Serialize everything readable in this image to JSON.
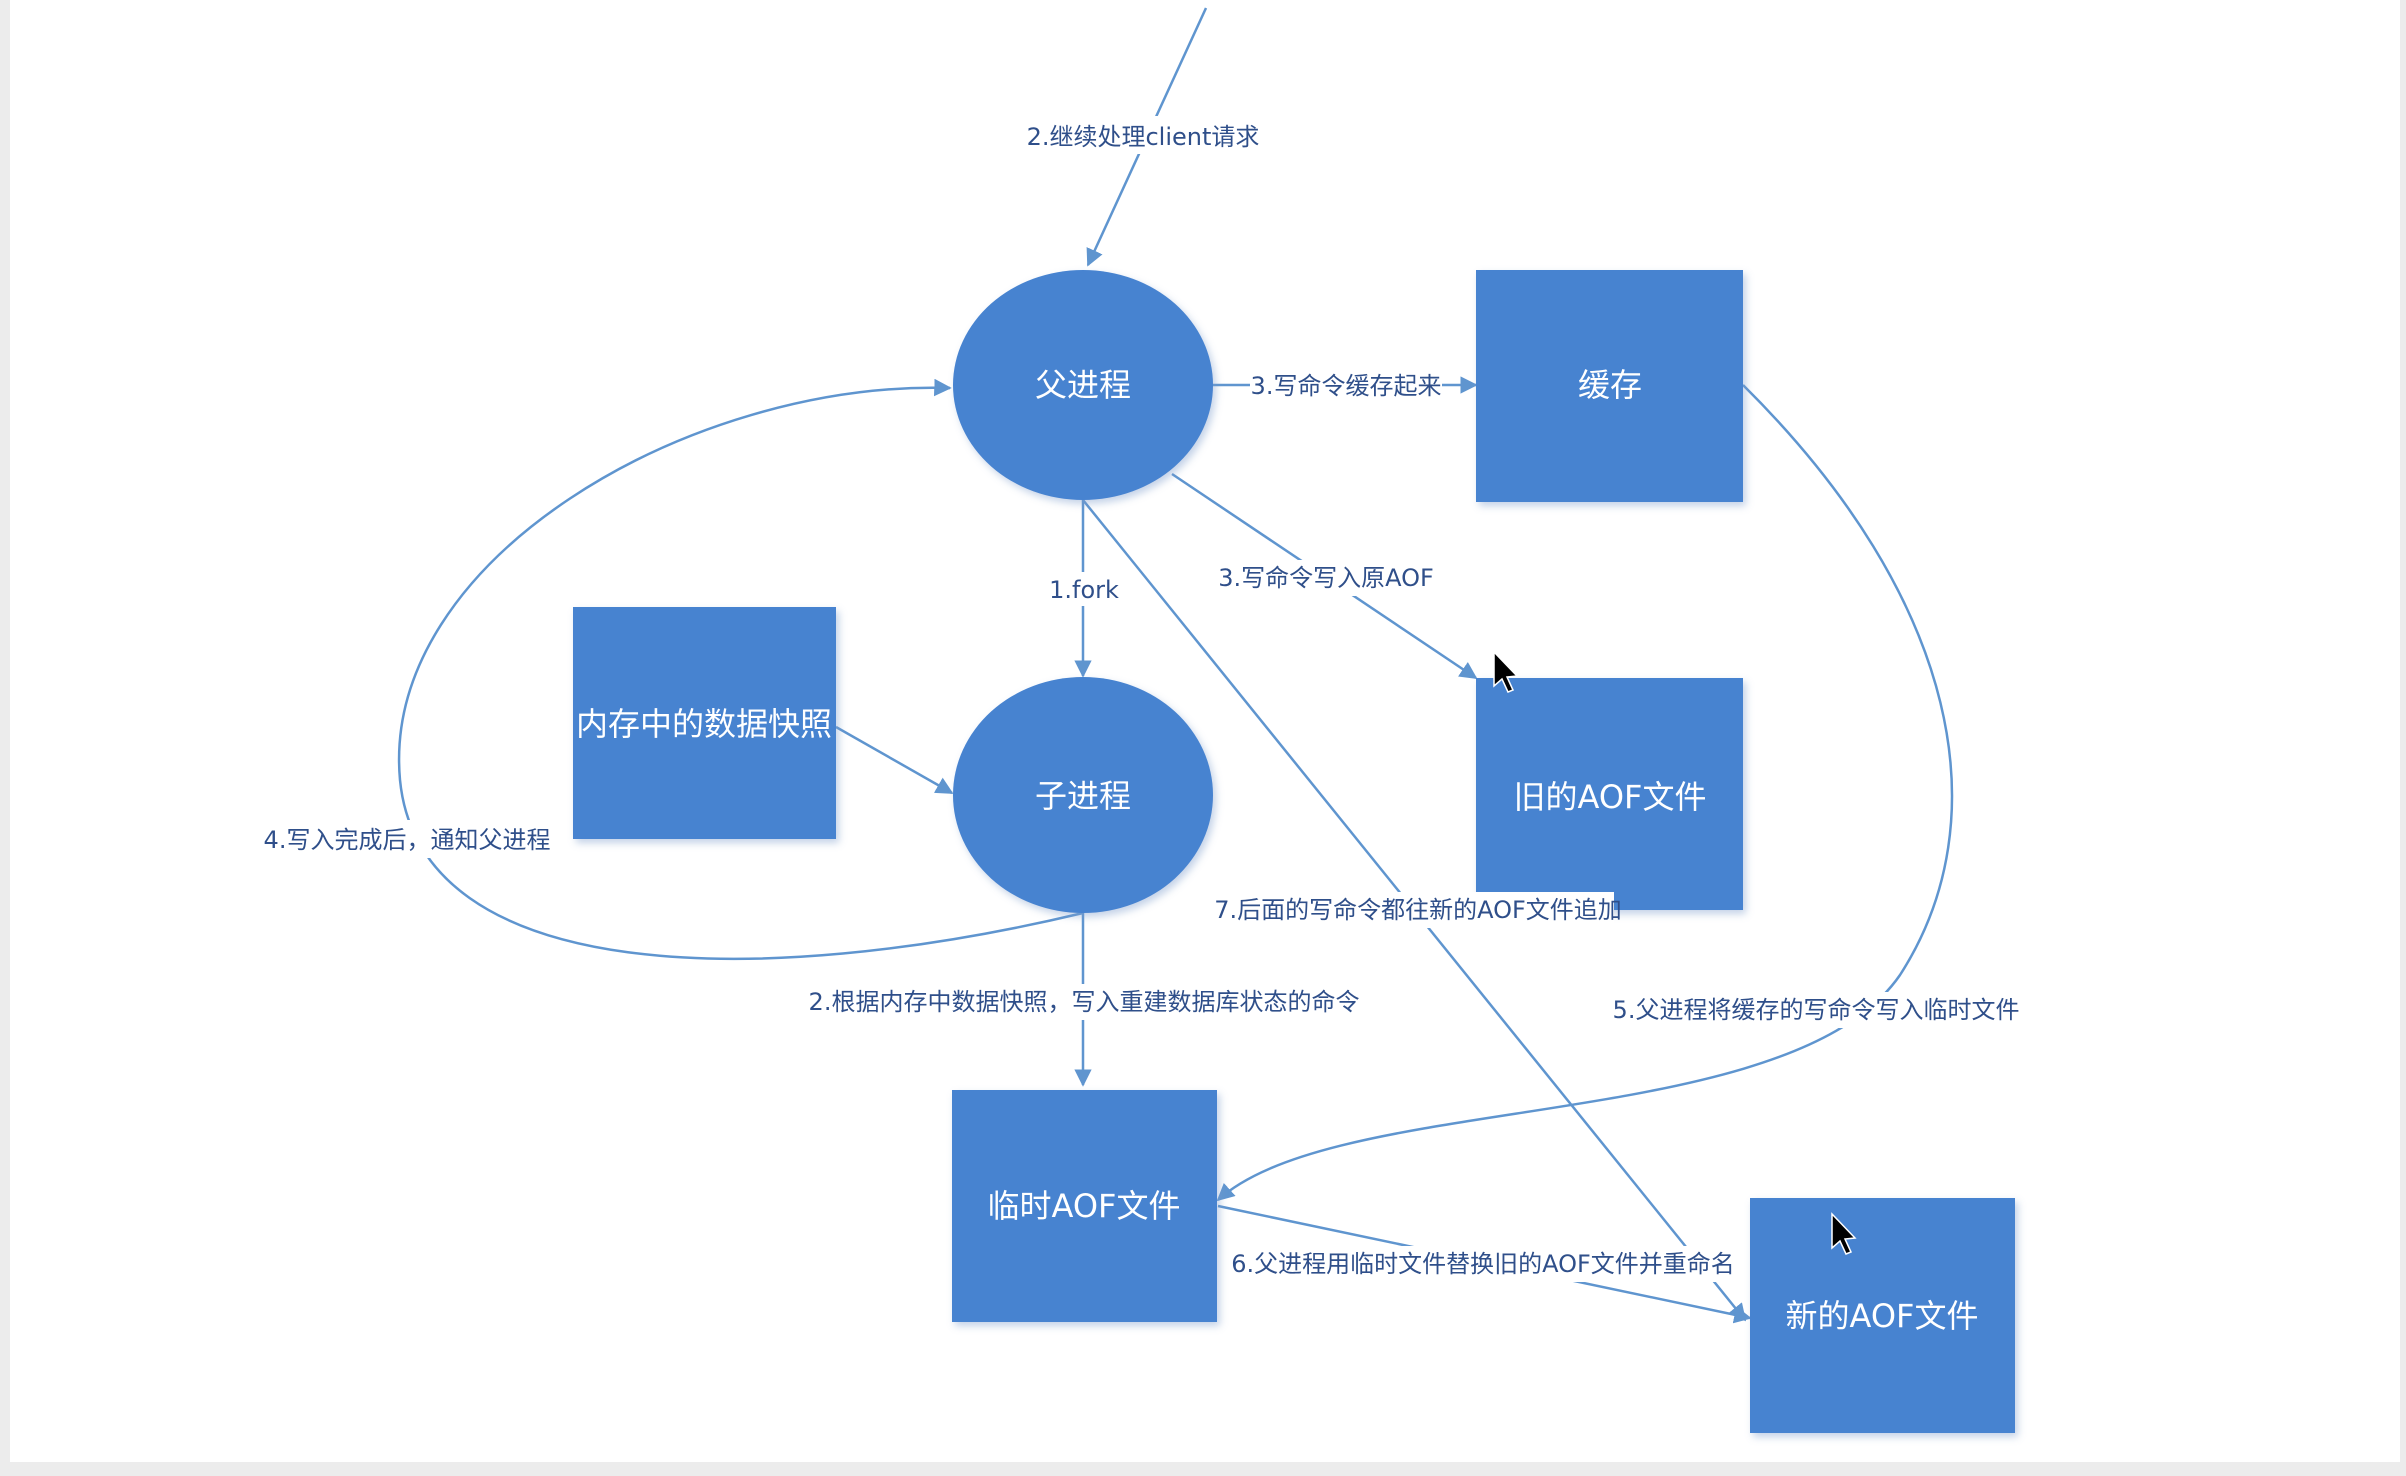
{
  "colors": {
    "node_fill": "#4683d0",
    "edge_stroke": "#5f95cf",
    "label_text": "#2f4f8a",
    "background": "#ececec",
    "canvas": "#ffffff"
  },
  "nodes": {
    "parent_process": "父进程",
    "cache": "缓存",
    "snapshot": "内存中的数据快照",
    "child_process": "子进程",
    "old_aof": "旧的AOF文件",
    "temp_aof": "临时AOF文件",
    "new_aof": "新的AOF文件"
  },
  "edges": {
    "client_requests": "2.继续处理client请求",
    "cache_write_cmds": "3.写命令缓存起来",
    "write_old_aof": "3.写命令写入原AOF",
    "fork": "1.fork",
    "notify_parent": "4.写入完成后，通知父进程",
    "append_new_aof": "7.后面的写命令都往新的AOF文件追加",
    "rebuild_cmds": "2.根据内存中数据快照，写入重建数据库状态的命令",
    "flush_cache": "5.父进程将缓存的写命令写入临时文件",
    "replace_rename": "6.父进程用临时文件替换旧的AOF文件并重命名"
  },
  "cursors": [
    "pointer-cursor",
    "pointer-cursor"
  ]
}
